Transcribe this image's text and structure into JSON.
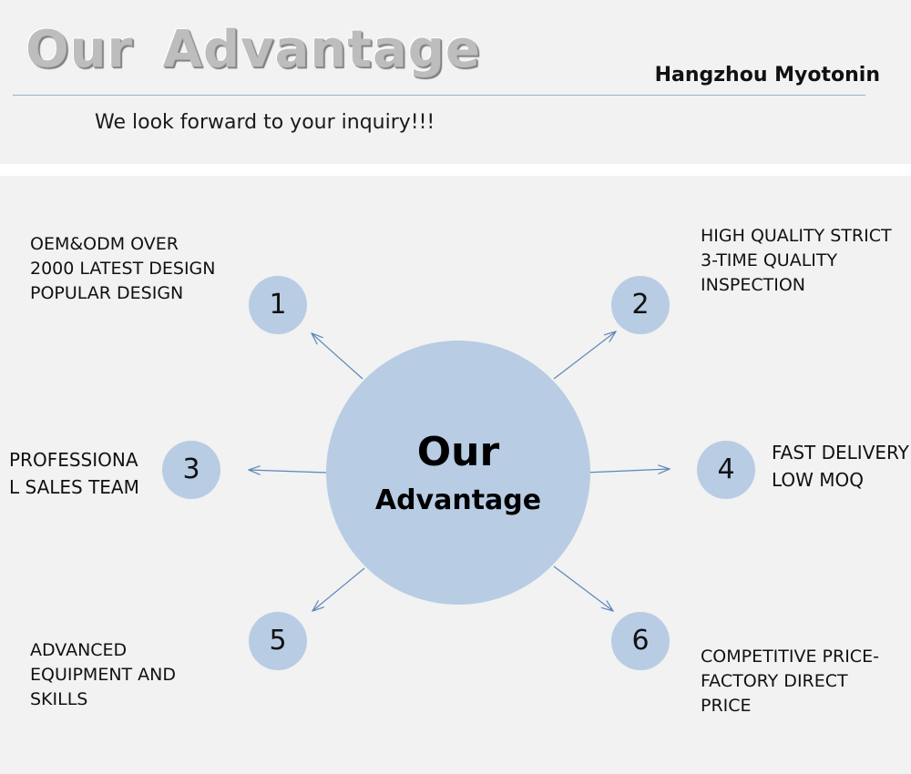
{
  "header": {
    "title": "Our  Advantage",
    "brand": "Hangzhou Myotonin",
    "subtitle": "We look forward to your inquiry!!!"
  },
  "center": {
    "line1": "Our",
    "line2": "Advantage"
  },
  "colors": {
    "circle_fill": "#b8cce4",
    "arrow": "#5b86b8",
    "panel_background": "#f1f2f1"
  },
  "advantages": [
    {
      "number": "1",
      "lines": [
        "OEM&ODM OVER",
        "2000 LATEST DESIGN",
        "POPULAR DESIGN"
      ]
    },
    {
      "number": "2",
      "lines": [
        "HIGH QUALITY STRICT",
        "3-TIME QUALITY",
        "INSPECTION"
      ]
    },
    {
      "number": "3",
      "lines": [
        "PROFESSIONA",
        "L SALES TEAM"
      ]
    },
    {
      "number": "4",
      "lines": [
        "FAST DELIVERY",
        "LOW MOQ"
      ]
    },
    {
      "number": "5",
      "lines": [
        "ADVANCED",
        "EQUIPMENT AND",
        "SKILLS"
      ]
    },
    {
      "number": "6",
      "lines": [
        "COMPETITIVE PRICE-",
        "FACTORY DIRECT",
        "PRICE"
      ]
    }
  ]
}
